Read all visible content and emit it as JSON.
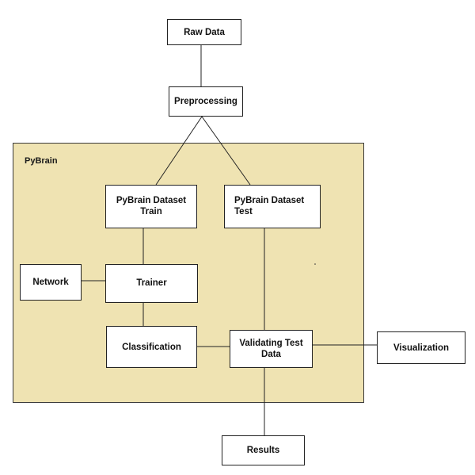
{
  "region": {
    "label": "PyBrain"
  },
  "nodes": {
    "raw_data": "Raw Data",
    "preprocessing": "Preprocessing",
    "dataset_train": "PyBrain Dataset\nTrain",
    "dataset_test": "PyBrain Dataset\nTest",
    "network": "Network",
    "trainer": "Trainer",
    "classification": "Classification",
    "validating": "Validating Test\nData",
    "visualization": "Visualization",
    "results": "Results"
  },
  "colors": {
    "region_fill": "#efe3b2",
    "stroke": "#222222",
    "node_fill": "#ffffff"
  }
}
